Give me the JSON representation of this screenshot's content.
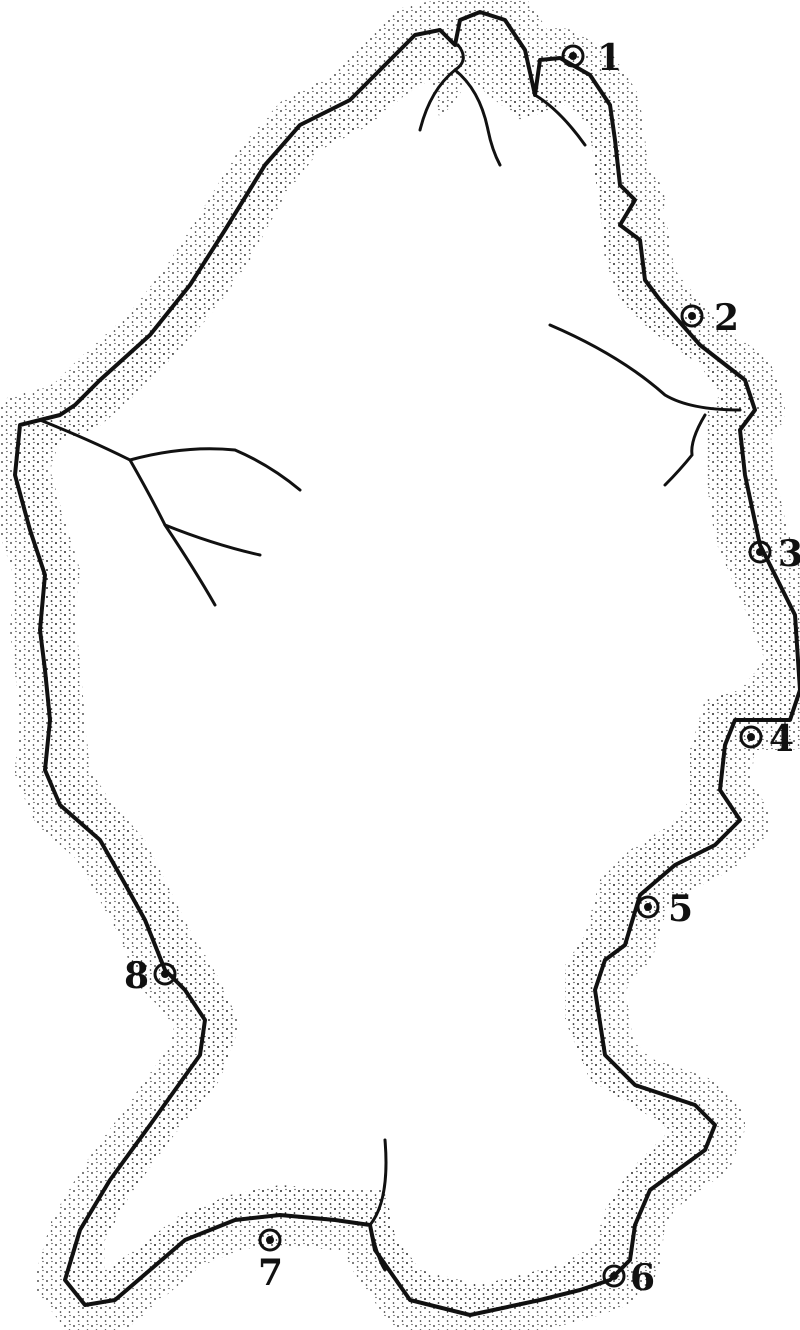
{
  "figure": {
    "colors": {
      "background": "#ffffff",
      "outline": "#111111",
      "stipple": "#222222"
    },
    "markers": [
      {
        "id": "1",
        "label": "1"
      },
      {
        "id": "2",
        "label": "2"
      },
      {
        "id": "3",
        "label": "3"
      },
      {
        "id": "4",
        "label": "4"
      },
      {
        "id": "5",
        "label": "5"
      },
      {
        "id": "6",
        "label": "6"
      },
      {
        "id": "7",
        "label": "7"
      },
      {
        "id": "8",
        "label": "8"
      }
    ]
  }
}
